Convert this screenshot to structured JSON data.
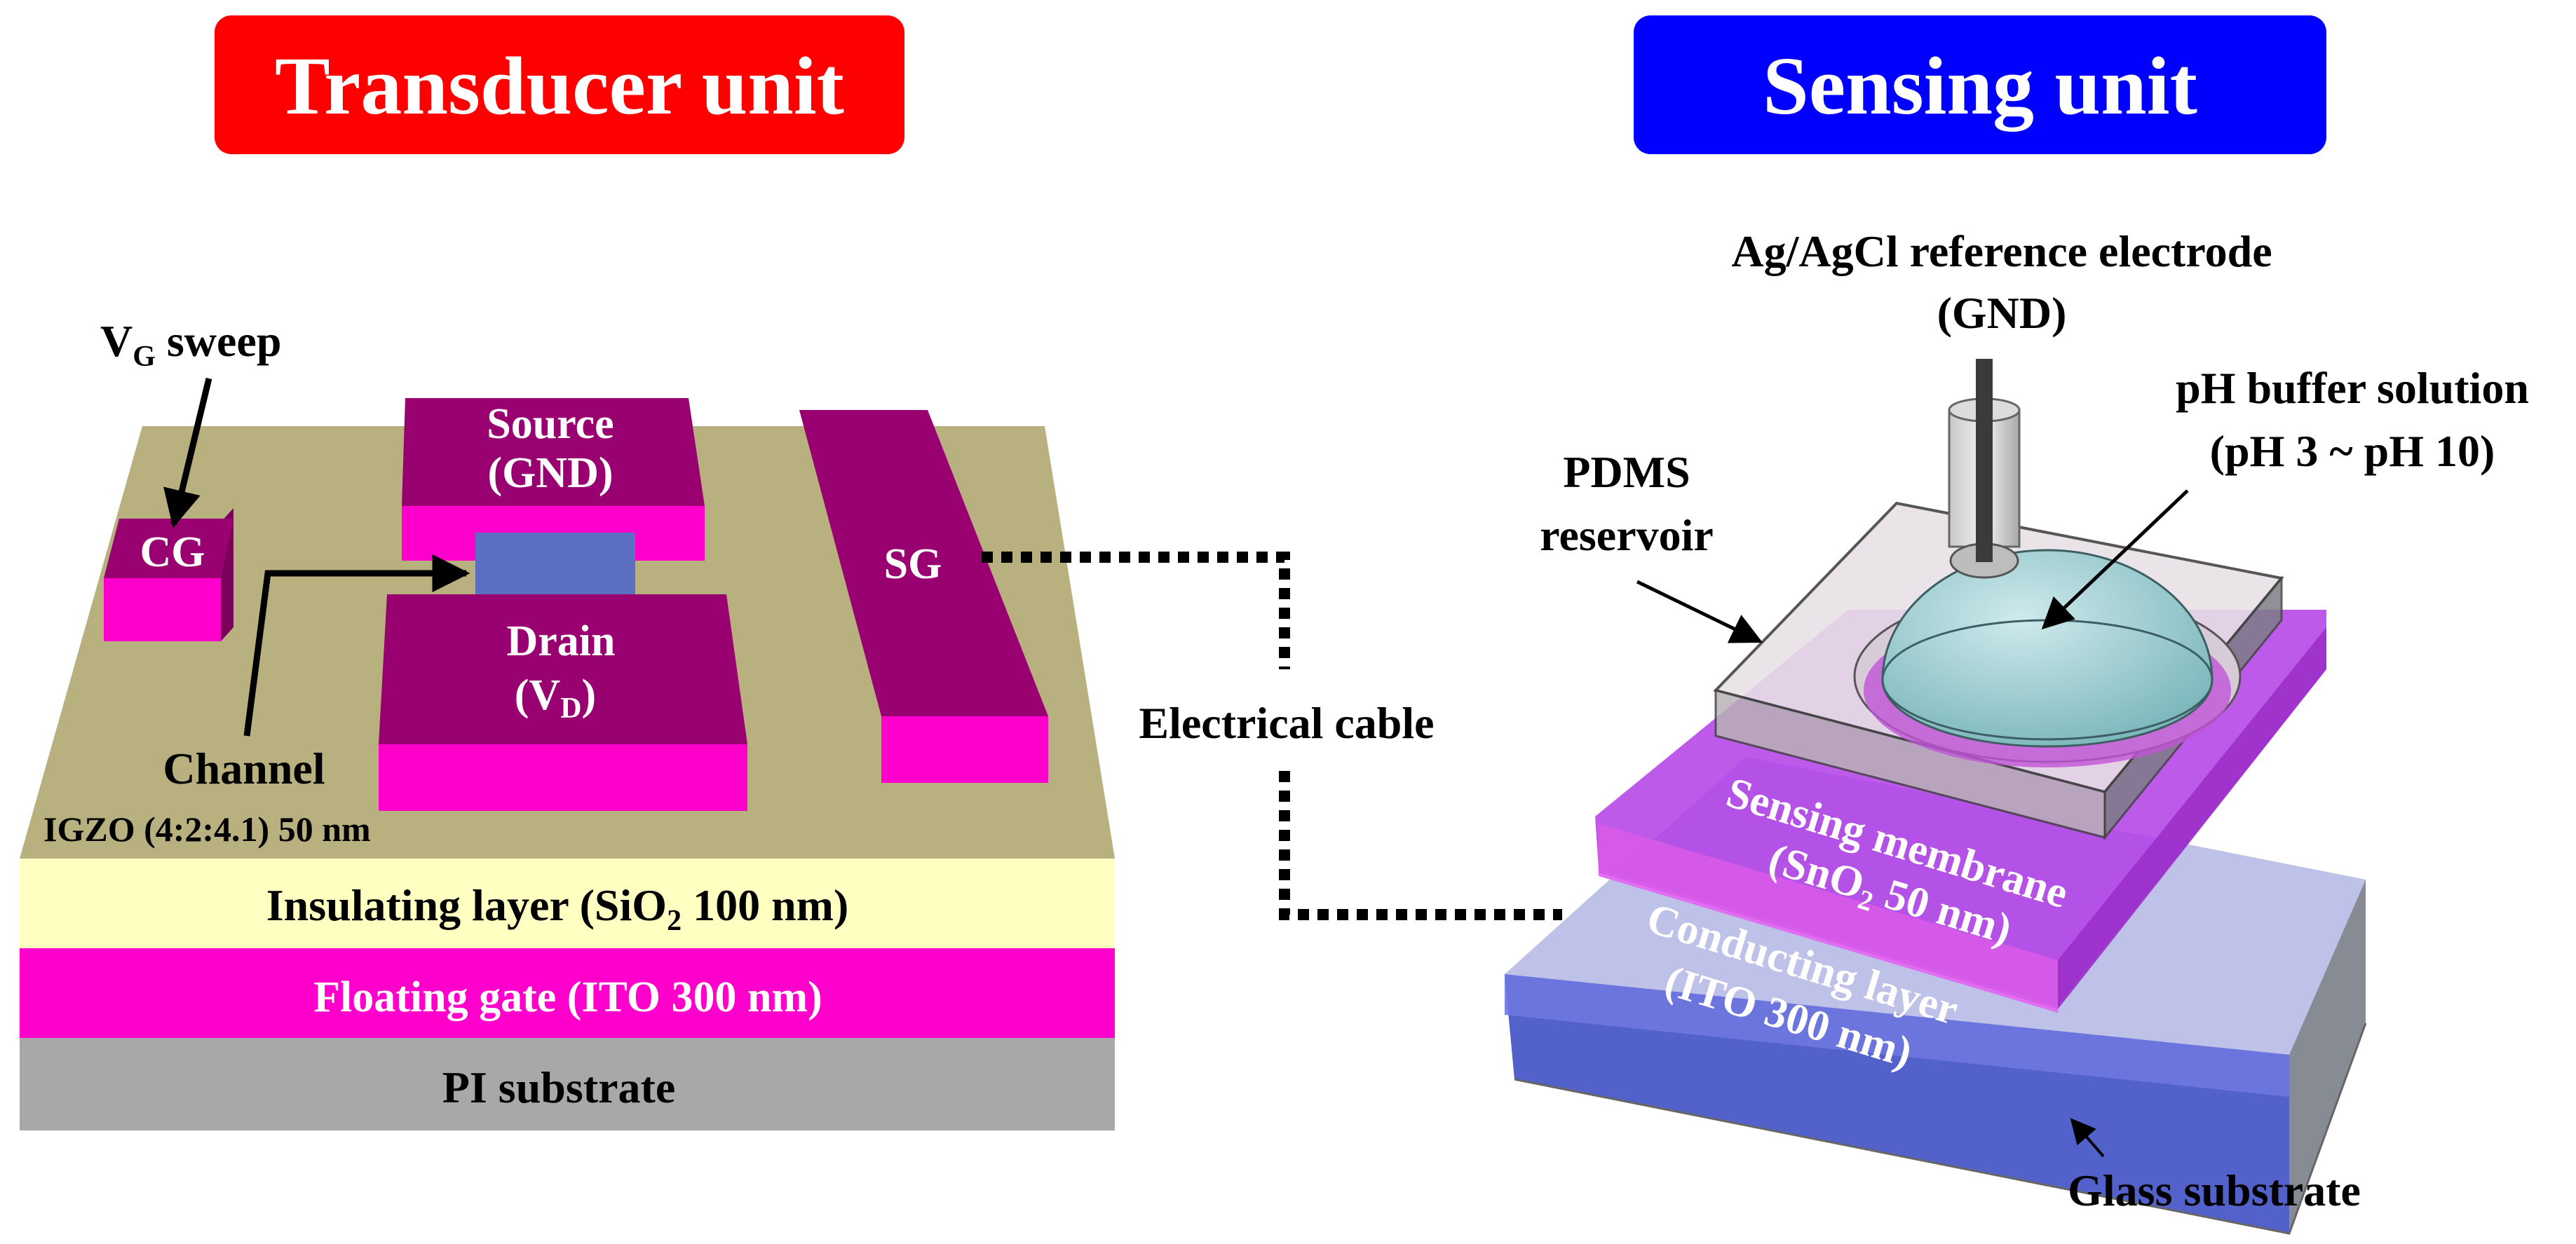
{
  "headers": {
    "transducer": "Transducer unit",
    "sensing": "Sensing unit"
  },
  "transducer": {
    "vg_sweep": {
      "main": "V",
      "sub": "G",
      "rest": " sweep"
    },
    "cg": "CG",
    "source": [
      "Source",
      "(GND)"
    ],
    "drain": {
      "line1": "Drain",
      "open": "(V",
      "sub": "D",
      "close": ")"
    },
    "sg": "SG",
    "channel": "Channel",
    "igzo": "IGZO (4:2:4.1) 50 nm",
    "insulating": {
      "pre": "Insulating layer (SiO",
      "sub": "2",
      "post": " 100 nm)"
    },
    "floating_gate": "Floating gate (ITO 300 nm)",
    "pi_substrate": "PI substrate"
  },
  "cable_label": "Electrical cable",
  "sensing": {
    "ref_electrode": [
      "Ag/AgCl reference electrode",
      "(GND)"
    ],
    "buffer": [
      "pH buffer solution",
      "(pH 3 ~ pH 10)"
    ],
    "pdms": [
      "PDMS",
      "reservoir"
    ],
    "membrane": {
      "line1": "Sensing membrane",
      "pre": "(SnO",
      "sub": "2",
      "post": " 50 nm)"
    },
    "conducting": [
      "Conducting layer",
      "(ITO 300 nm)"
    ],
    "glass": "Glass substrate"
  },
  "colors": {
    "transducer_header": "#ff0000",
    "sensing_header": "#0000ff",
    "pad_top": "#990070",
    "pad_side": "#ff00cc",
    "channel": "#5a6fc2",
    "device_top": "#b8b07e",
    "insulating": "#ffffc2",
    "floating_gate": "#ff00cc",
    "pi_substrate": "#a8a8a8",
    "membrane": "#b13de6",
    "conducting": "#4a59c8",
    "solution": "#8ec8cc"
  }
}
